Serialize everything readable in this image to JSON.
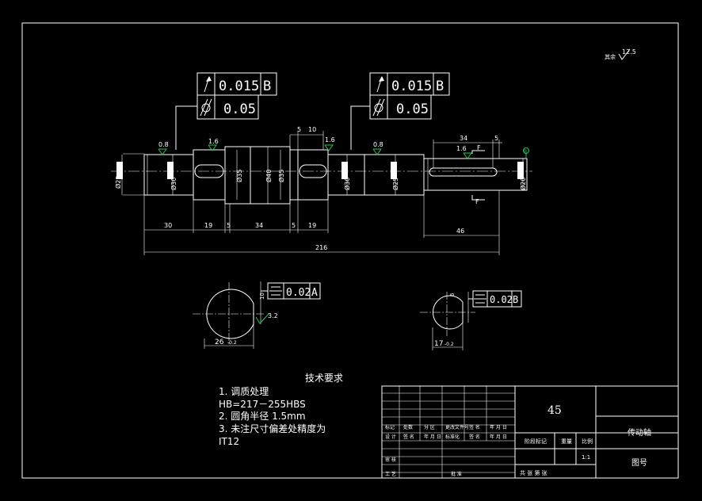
{
  "gdt": {
    "left": {
      "runout": "0.015",
      "runout_datum": "B",
      "cylindricity": "0.05"
    },
    "right": {
      "runout": "0.015",
      "runout_datum": "B",
      "cylindricity": "0.05"
    },
    "section_a": {
      "symmetry": "0.02",
      "datum": "A"
    },
    "section_b": {
      "symmetry": "0.02",
      "datum": "B"
    }
  },
  "surface_finish": {
    "corner": "12.5",
    "corner_prefix": "其余",
    "s1": "0.8",
    "s2": "1.6",
    "s3": "1.6",
    "s4": "0.8",
    "s5": "1.6",
    "section_a": "3.2"
  },
  "dimensions": {
    "top_5a": "5",
    "top_10": "10",
    "top_34": "34",
    "top_5b": "5",
    "d30": "30",
    "d19a": "19",
    "d5a": "5",
    "d34": "34",
    "d5b": "5",
    "d19b": "19",
    "d46": "46",
    "overall": "216",
    "dia1": "Ø25",
    "dia2": "Ø30",
    "dia3": "Ø35",
    "dia4": "Ø40",
    "dia5": "Ø35",
    "dia6": "Ø30",
    "dia7": "Ø25",
    "dia8": "Ø20",
    "section_a_dim": "26",
    "section_a_tol": "-0.2",
    "section_b_dim": "17",
    "section_b_tol": "-0.2",
    "section_a_width": "10",
    "section_b_width": "6"
  },
  "labels": {
    "f_top": "F",
    "f_bottom": "F",
    "datum_b": "B"
  },
  "tech": {
    "title": "技术要求",
    "line1": "1. 调质处理",
    "line2": "HB=217－255HBS",
    "line3": "2. 圆角半径   1.5mm",
    "line4": "3. 未注尺寸偏差处精度为",
    "line5": "IT12"
  },
  "title_block": {
    "material": "45",
    "part_name": "传动轴",
    "drawing_no": "图号",
    "h1": "标记",
    "h2": "处数",
    "h3": "分 区",
    "h4": "更改文件号",
    "h5": "签 名",
    "h6": "年 月 日",
    "r1": "设 计",
    "r2": "签 名",
    "r3": "年 月 日",
    "r4": "标准化",
    "r5": "签 名",
    "r6": "年 月 日",
    "stage": "阶段标记",
    "weight": "重量",
    "scale": "比例",
    "scale_val": "1:1",
    "review": "审 核",
    "process": "工 艺",
    "approve": "批 准",
    "sheets": "共 张 第 张"
  }
}
